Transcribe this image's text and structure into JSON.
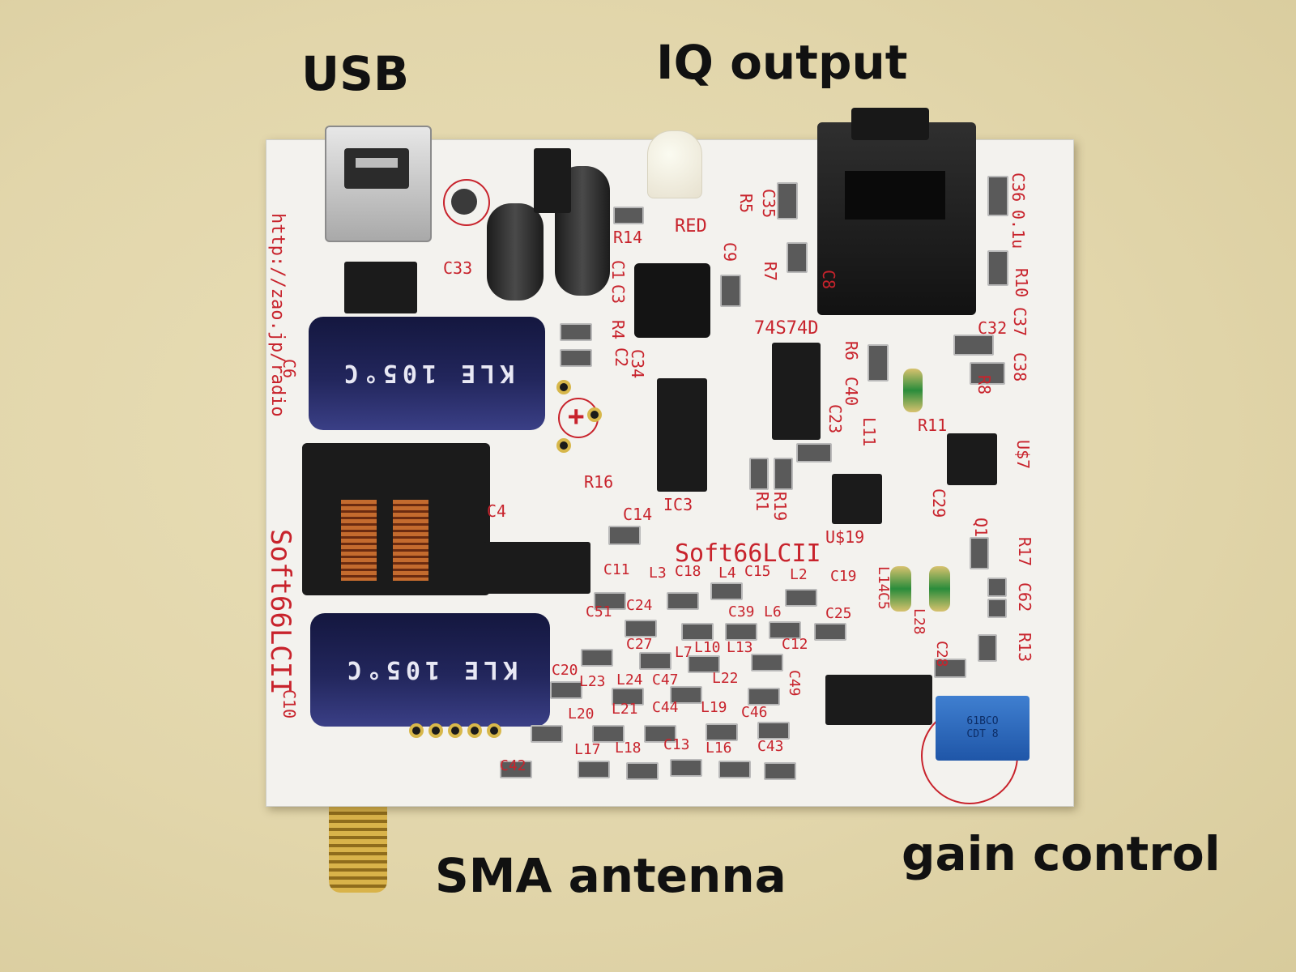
{
  "labels": {
    "usb": "USB",
    "iq_output": "IQ output",
    "sma_antenna": "SMA antenna",
    "gain_control": "gain control"
  },
  "board": {
    "name_center": "Soft66LCII",
    "name_side": "Soft66LCII",
    "url": "http://zao.jp/radio",
    "capacitor_marking_top": "KLE 105°C",
    "capacitor_marking_bottom": "KLE 105°C",
    "pot_marking": "61BCO CDT 8",
    "led_label": "RED",
    "chip_label": "74S74D",
    "silkscreen": {
      "c33": "C33",
      "r14": "R14",
      "c35": "C35",
      "r5": "R5",
      "c9": "C9",
      "r7": "R7",
      "c8": "C8",
      "c36": "C36",
      "r10": "R10",
      "c32": "C32",
      "c37": "C37",
      "c38": "C38",
      "r8": "R8",
      "r11": "R11",
      "u7": "U$7",
      "r6": "R6",
      "c40": "C40",
      "l11": "L11",
      "c23": "C23",
      "c34": "C34",
      "c2": "C2",
      "r4": "R4",
      "c3": "C3",
      "c1": "C1",
      "r16": "R16",
      "ic3": "IC3",
      "c14": "C14",
      "r1": "R1",
      "r19": "R19",
      "u19": "U$19",
      "c29": "C29",
      "q1": "Q1",
      "r17": "R17",
      "c62": "C62",
      "r13": "R13",
      "c11": "C11",
      "l3": "L3",
      "c18": "C18",
      "l4": "L4",
      "c15": "C15",
      "l2": "L2",
      "c19": "C19",
      "c51": "C51",
      "c24": "C24",
      "c39": "C39",
      "l6": "L6",
      "c25": "C25",
      "c27": "C27",
      "l7": "L7",
      "l10": "L10",
      "l13": "L13",
      "c12": "C12",
      "c20": "C20",
      "l23": "L23",
      "l24": "L24",
      "c47": "C47",
      "l22": "L22",
      "c49": "C49",
      "l20": "L20",
      "l21": "L21",
      "c44": "C44",
      "l19": "L19",
      "c46": "C46",
      "l17": "L17",
      "l18": "L18",
      "c13": "C13",
      "l16": "L16",
      "c43": "C43",
      "c42": "C42",
      "c10": "C10",
      "c6": "C6",
      "c4": "C4",
      "c28": "C28",
      "c5": "C5",
      "l14": "L14",
      "l28": "L28",
      "c36_value": "0.1u"
    }
  }
}
